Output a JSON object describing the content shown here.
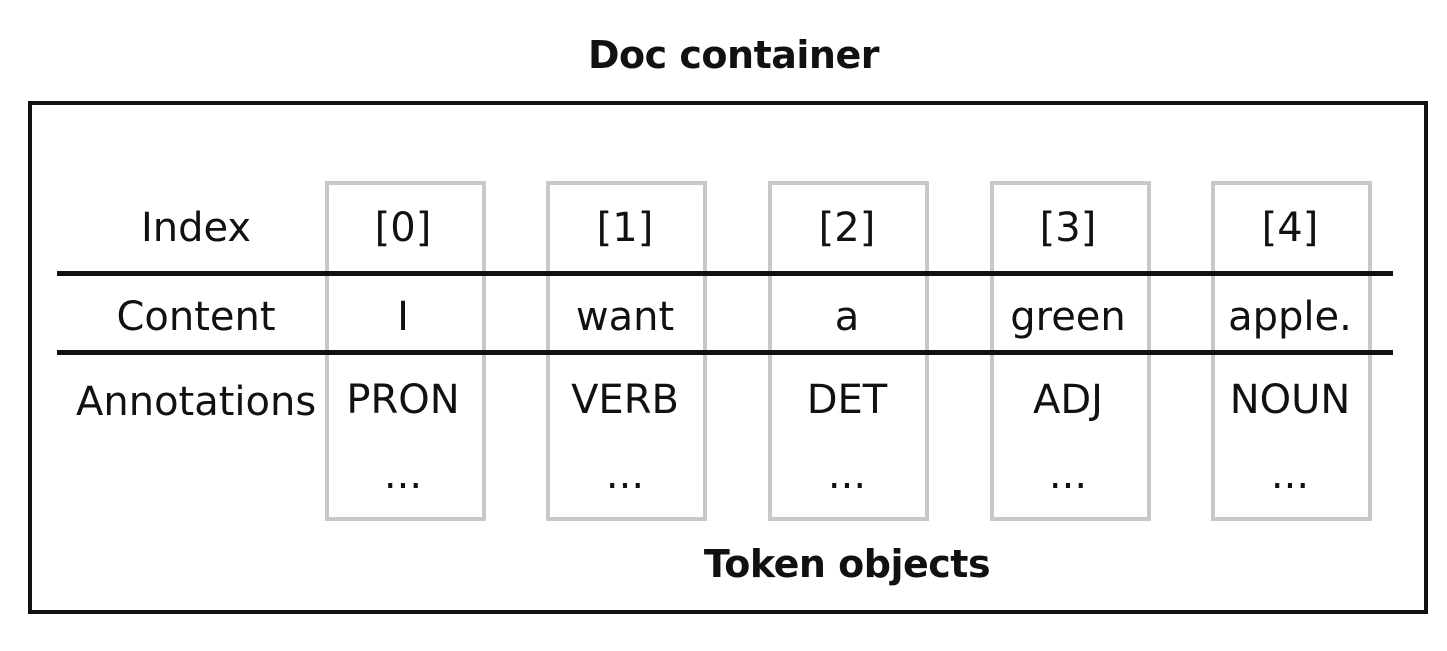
{
  "title": "Doc container",
  "footer_label": "Token objects",
  "row_labels": {
    "index": "Index",
    "content": "Content",
    "annotations": "Annotations"
  },
  "tokens": [
    {
      "index": "[0]",
      "content": "I",
      "pos": "PRON",
      "more": "..."
    },
    {
      "index": "[1]",
      "content": "want",
      "pos": "VERB",
      "more": "..."
    },
    {
      "index": "[2]",
      "content": "a",
      "pos": "DET",
      "more": "..."
    },
    {
      "index": "[3]",
      "content": "green",
      "pos": "ADJ",
      "more": "..."
    },
    {
      "index": "[4]",
      "content": "apple.",
      "pos": "NOUN",
      "more": "..."
    }
  ],
  "colors": {
    "container_border": "#111111",
    "token_border": "#c8c8c8"
  }
}
